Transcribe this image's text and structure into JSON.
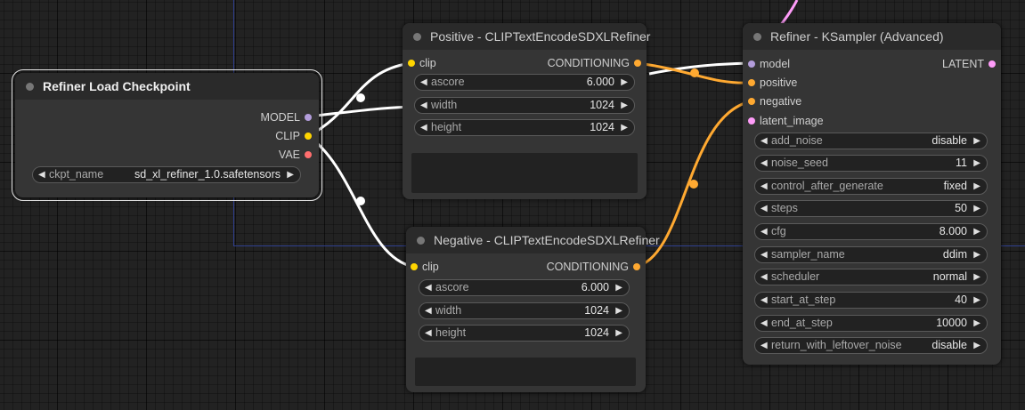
{
  "colors": {
    "background": "#222222",
    "node": "#353535",
    "node_title": "#2a2a2a",
    "model": "#b39ddb",
    "clip": "#ffd500",
    "vae": "#ff6e6e",
    "conditioning": "#ffa931",
    "latent": "#ff9cf9",
    "link_default": "#ffffff"
  },
  "nodes": {
    "checkpoint": {
      "title": "Refiner Load Checkpoint",
      "outputs": {
        "model": "MODEL",
        "clip": "CLIP",
        "vae": "VAE"
      },
      "widget": {
        "name": "ckpt_name",
        "value": "sd_xl_refiner_1.0.safetensors"
      }
    },
    "positive": {
      "title": "Positive - CLIPTextEncodeSDXLRefiner",
      "input": "clip",
      "output": "CONDITIONING",
      "widgets": [
        {
          "name": "ascore",
          "value": "6.000"
        },
        {
          "name": "width",
          "value": "1024"
        },
        {
          "name": "height",
          "value": "1024"
        }
      ],
      "text": ""
    },
    "negative": {
      "title": "Negative - CLIPTextEncodeSDXLRefiner",
      "input": "clip",
      "output": "CONDITIONING",
      "widgets": [
        {
          "name": "ascore",
          "value": "6.000"
        },
        {
          "name": "width",
          "value": "1024"
        },
        {
          "name": "height",
          "value": "1024"
        }
      ],
      "text": ""
    },
    "ksampler": {
      "title": "Refiner - KSampler (Advanced)",
      "inputs": [
        "model",
        "positive",
        "negative",
        "latent_image"
      ],
      "output": "LATENT",
      "widgets": [
        {
          "name": "add_noise",
          "value": "disable"
        },
        {
          "name": "noise_seed",
          "value": "11"
        },
        {
          "name": "control_after_generate",
          "value": "fixed"
        },
        {
          "name": "steps",
          "value": "50"
        },
        {
          "name": "cfg",
          "value": "8.000"
        },
        {
          "name": "sampler_name",
          "value": "ddim"
        },
        {
          "name": "scheduler",
          "value": "normal"
        },
        {
          "name": "start_at_step",
          "value": "40"
        },
        {
          "name": "end_at_step",
          "value": "10000"
        },
        {
          "name": "return_with_leftover_noise",
          "value": "disable"
        }
      ]
    }
  }
}
